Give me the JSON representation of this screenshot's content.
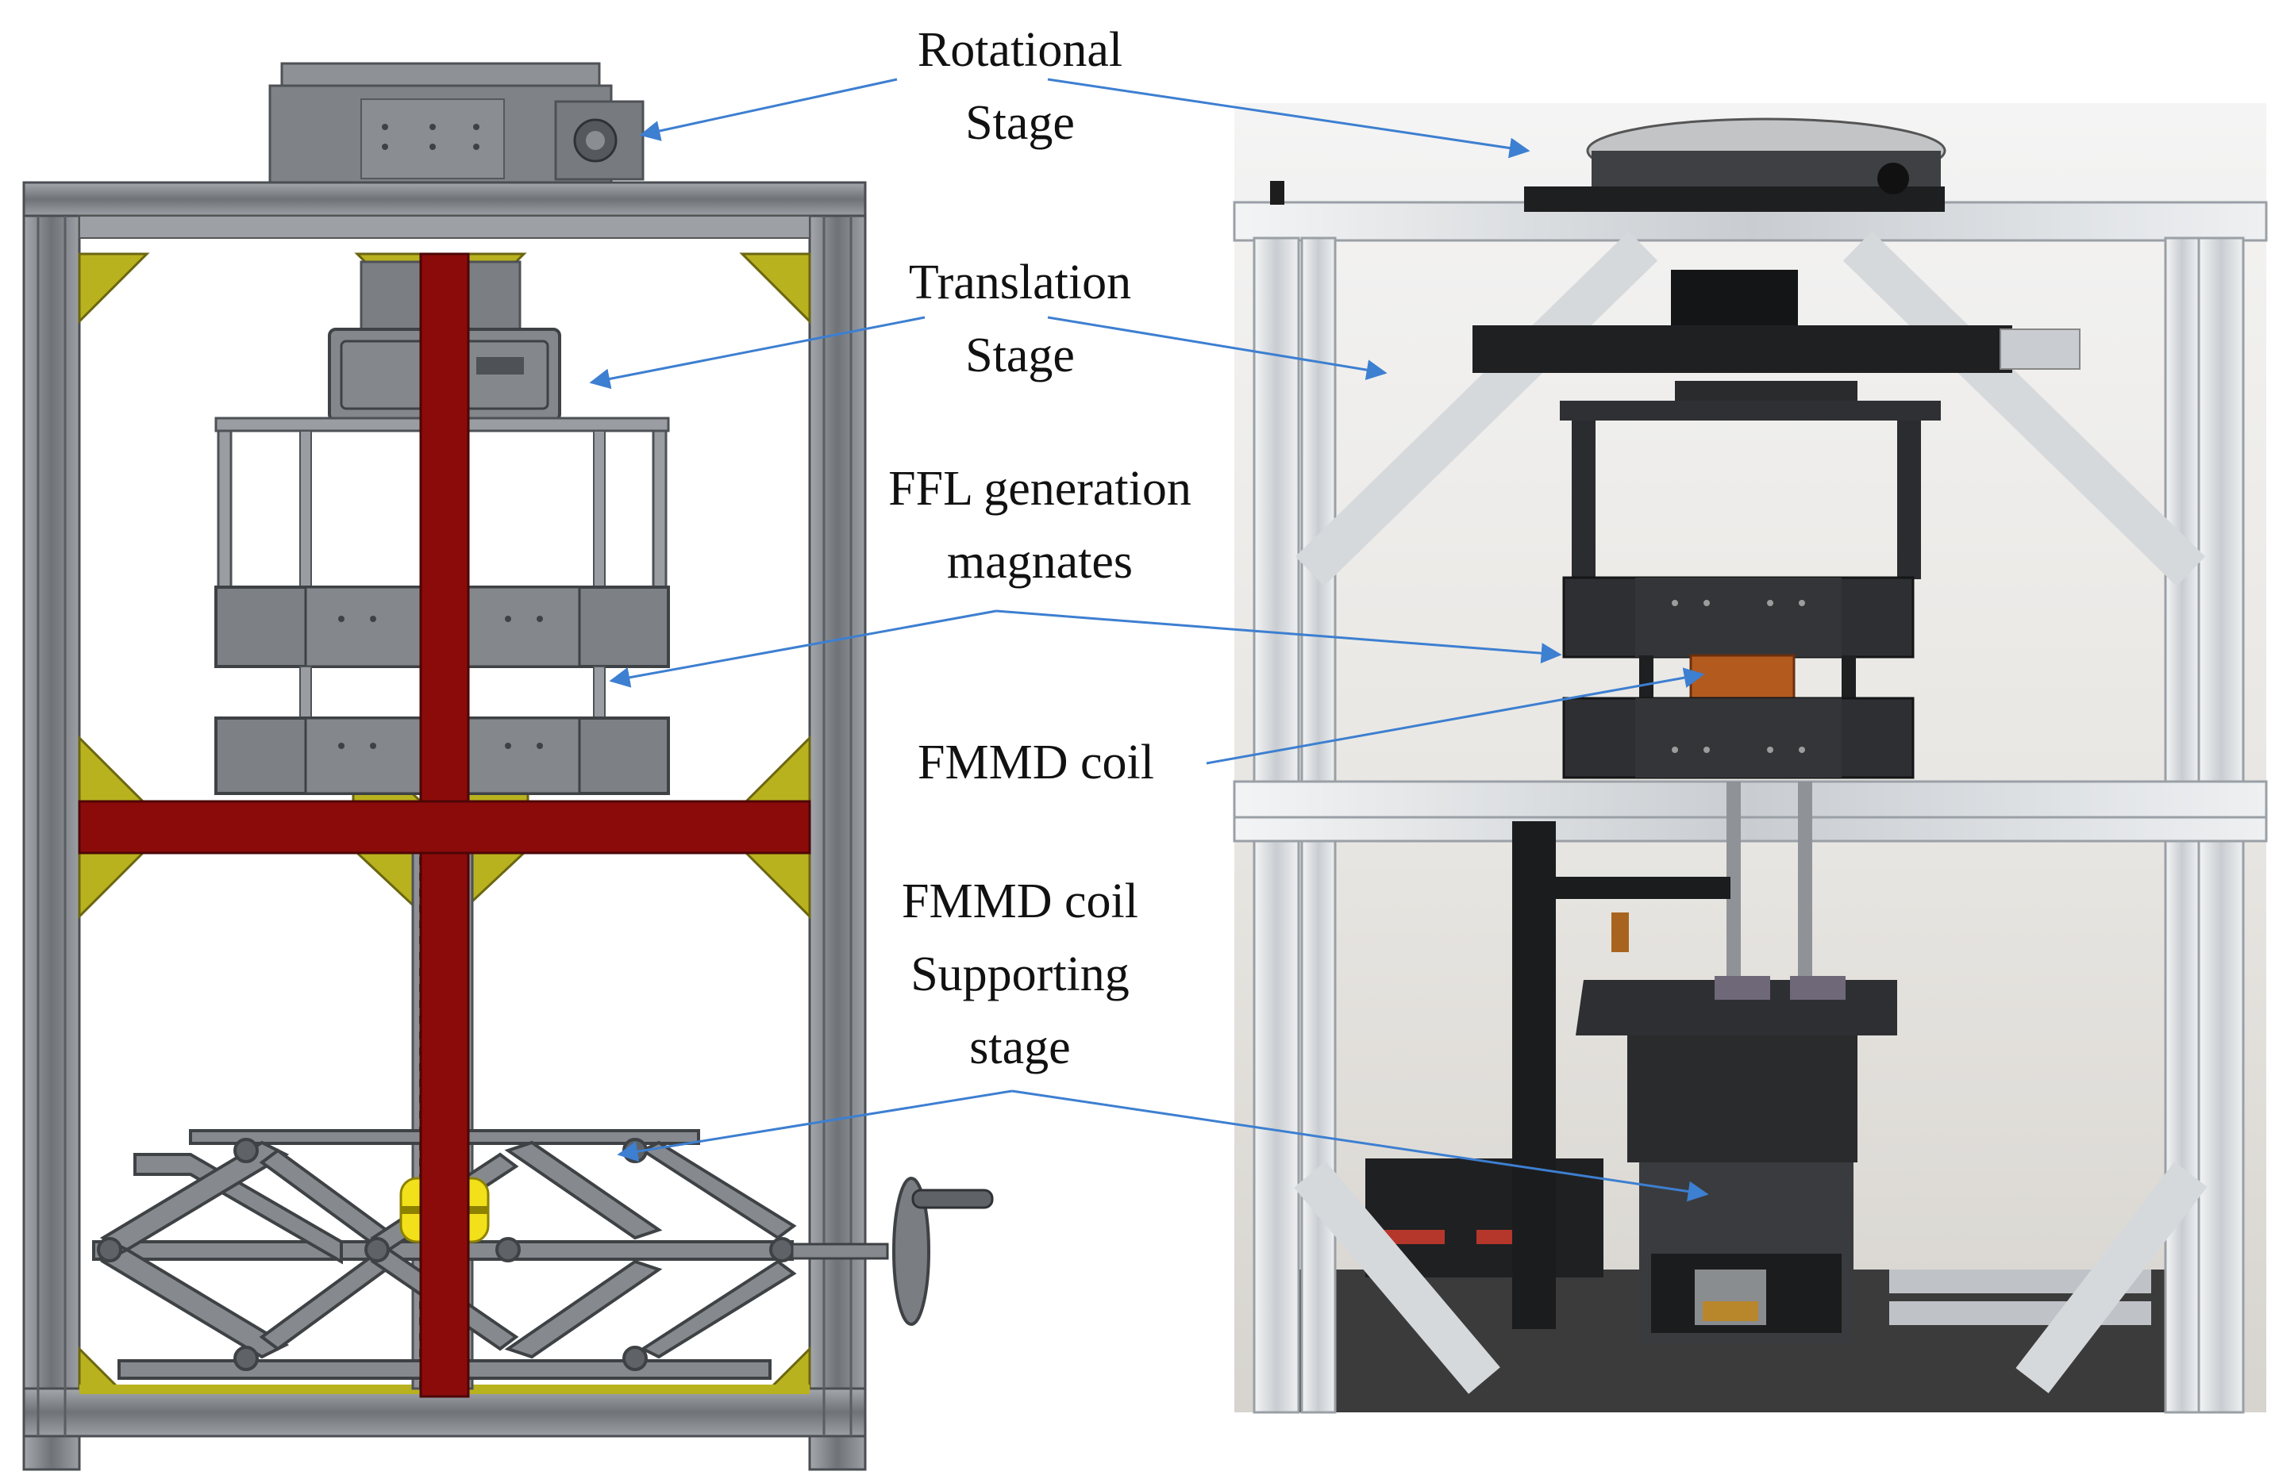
{
  "labels": {
    "rotational_line1": "Rotational",
    "rotational_line2": "Stage",
    "translation_line1": "Translation",
    "translation_line2": "Stage",
    "ffl_line1": "FFL generation",
    "ffl_line2": "magnates",
    "fmmd_coil": "FMMD coil",
    "support_line1": "FMMD coil",
    "support_line2": "Supporting",
    "support_line3": "stage"
  },
  "colors": {
    "arrow": "#3d7fd1",
    "frame": "#8c9196",
    "frame_dark": "#5f6569",
    "machine": "#7b7f84",
    "machine_dark": "#5c6064",
    "red_beam": "#8b0b0b",
    "gusset": "#b9b21f",
    "photo_bg": "#e4e2dd",
    "photo_frame": "#dcdfe2",
    "photo_black": "#2a2c2f",
    "copper": "#b35a1f"
  },
  "icons": {
    "handwheel": "handwheel-icon"
  }
}
